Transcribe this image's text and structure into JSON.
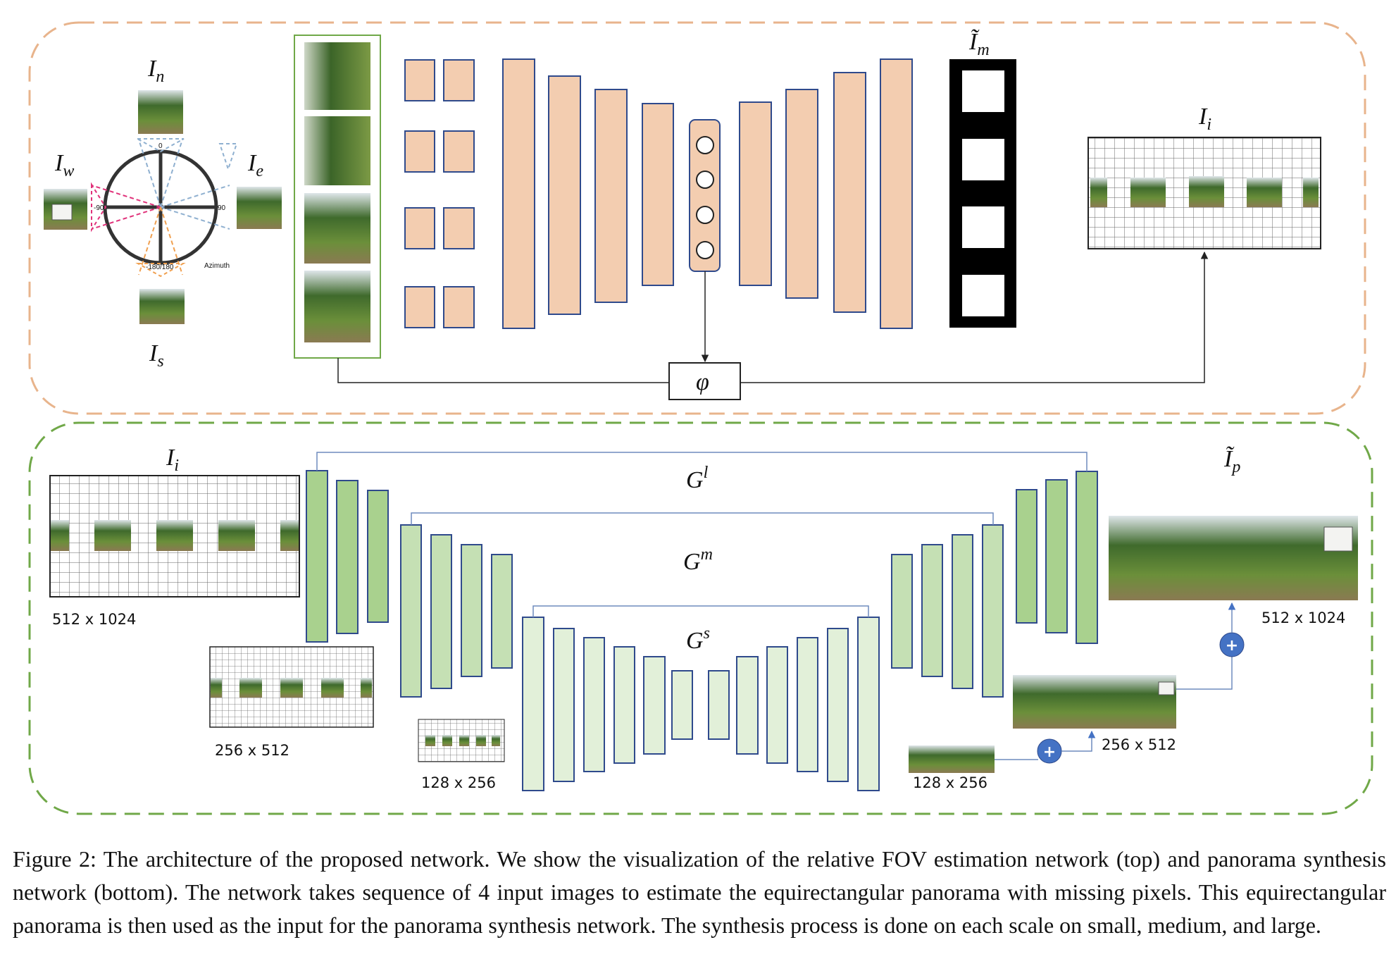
{
  "top": {
    "compass": {
      "north_label": "I",
      "north_sub": "n",
      "east_label": "I",
      "east_sub": "e",
      "west_label": "I",
      "west_sub": "w",
      "south_label": "I",
      "south_sub": "s",
      "deg_top": "0",
      "deg_right": "90",
      "deg_left": "-90",
      "deg_bottom": "-180/180",
      "azimuth": "Azimuth"
    },
    "mask_label": "Ĩ",
    "mask_sub": "m",
    "equirect_label": "I",
    "equirect_sub": "i",
    "phi_label": "φ"
  },
  "bottom": {
    "input_label": "I",
    "input_sub": "i",
    "output_label": "Ĩ",
    "output_sub": "p",
    "G_large": "G",
    "G_large_sup": "l",
    "G_medium": "G",
    "G_medium_sup": "m",
    "G_small": "G",
    "G_small_sup": "s",
    "size_large_in": "512 x 1024",
    "size_medium_in": "256 x 512",
    "size_small_in": "128 x 256",
    "size_small_out": "128 x 256",
    "size_medium_out": "256 x 512",
    "size_large_out": "512 x 1024",
    "plus": "+"
  },
  "caption": "Figure 2: The architecture of the proposed network. We show the visualization of the relative FOV estimation network (top) and panorama synthesis network (bottom). The network takes sequence of 4 input images to estimate the equirectangular panorama with missing pixels. This equirectangular panorama is then used as the input for the panorama synthesis network. The synthesis process is done on each scale on small, medium, and large.",
  "colors": {
    "top_border": "#E8B48C",
    "bottom_border": "#70A848",
    "encoder_fill": "#F3CDB0",
    "block_stroke": "#2F4A8C",
    "green_dark": "#A9D18E",
    "green_mid": "#C5E0B4",
    "green_light": "#E2F0D9",
    "plus_fill": "#4472C4",
    "mask_black": "#000000"
  }
}
